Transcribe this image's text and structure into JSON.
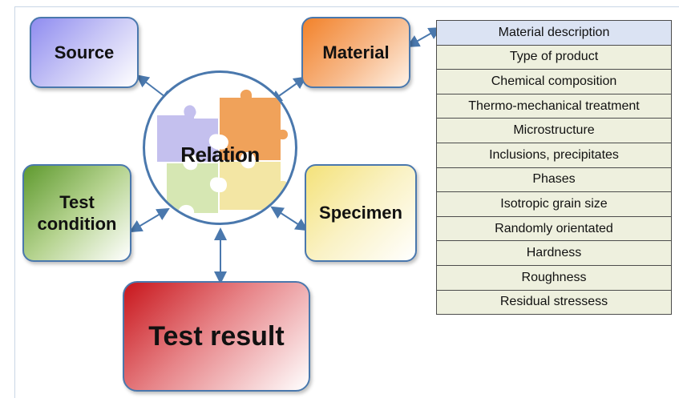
{
  "diagram": {
    "center_label": "Relation",
    "nodes": {
      "source": "Source",
      "material": "Material",
      "test_condition_line1": "Test",
      "test_condition_line2": "condition",
      "specimen": "Specimen",
      "test_result": "Test result"
    },
    "material_properties": [
      "Material description",
      "Type of product",
      "Chemical composition",
      "Thermo-mechanical treatment",
      "Microstructure",
      "Inclusions, precipitates",
      "Phases",
      "Isotropic grain size",
      "Randomly orientated",
      "Hardness",
      "Roughness",
      "Residual stressess"
    ],
    "colors": {
      "connector": "#4a78ad",
      "puzzle_purple": "#c4c0ee",
      "puzzle_orange": "#f0a25a",
      "puzzle_yellow": "#f3e6a4",
      "puzzle_green": "#d6e7b3"
    }
  }
}
